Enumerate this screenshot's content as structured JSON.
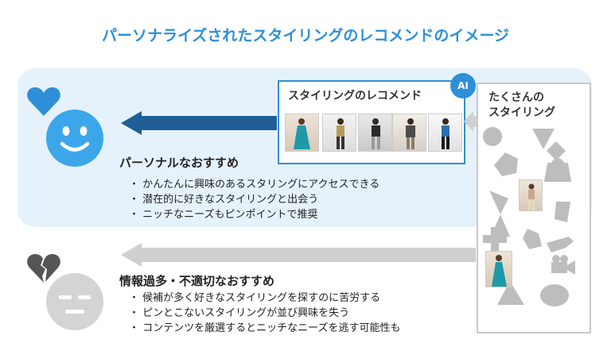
{
  "title": "パーソナライズされたスタイリングのレコメンドのイメージ",
  "reco": {
    "title": "スタイリングのレコメンド",
    "badge": "AI"
  },
  "many": {
    "title_line1": "たくさんの",
    "title_line2": "スタイリング"
  },
  "good": {
    "heading": "パーソナルなおすすめ",
    "bullets": [
      "・ かんたんに興味のあるスタリングにアクセスできる",
      "・ 潜在的に好きなスタイリングと出会う",
      "・ ニッチなニーズもピンポイントで推奨"
    ]
  },
  "bad": {
    "heading": "情報過多・不適切なおすすめ",
    "bullets": [
      "・ 候補が多く好きなスタイリングを探すのに苦労する",
      "・ ピンとこないスタイリングが並び興味を失う",
      "・ コンテンツを厳選するとニッチなニーズを逃す可能性も"
    ]
  },
  "colors": {
    "accent": "#2e8fd8",
    "dark_arrow": "#1f5f96",
    "gray": "#cfcfcf",
    "dark_gray": "#555555"
  }
}
